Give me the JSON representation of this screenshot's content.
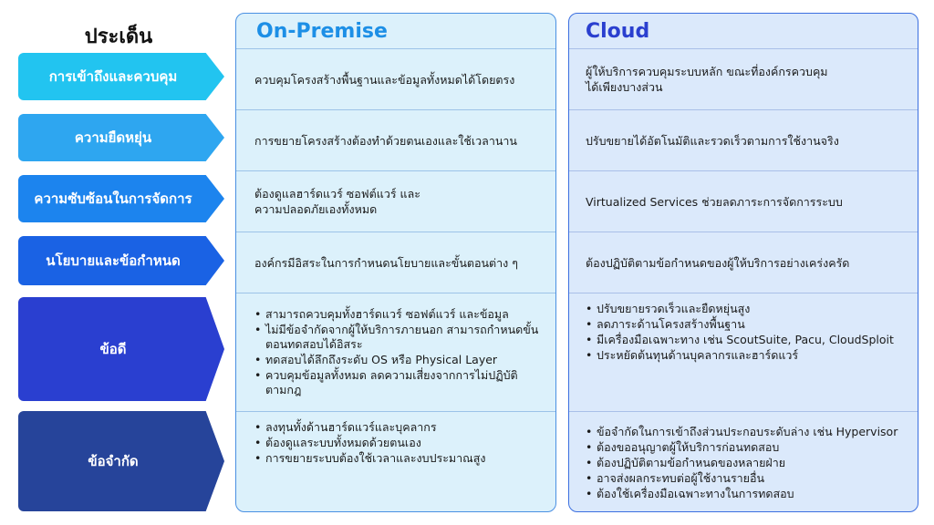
{
  "topic_title": "ประเด็น",
  "colors": {
    "arrow_1": "#22c4f0",
    "arrow_2": "#2ea6f0",
    "arrow_3": "#1c84ee",
    "arrow_4": "#1a62e4",
    "arrow_5": "#2a3fd0",
    "arrow_6": "#26449a"
  },
  "rows": [
    {
      "label": "การเข้าถึงและควบคุม"
    },
    {
      "label": "ความยืดหยุ่น"
    },
    {
      "label": "ความซับซ้อนในการจัดการ"
    },
    {
      "label": "นโยบายและข้อกำหนด"
    },
    {
      "label": "ข้อดี"
    },
    {
      "label": "ข้อจำกัด"
    }
  ],
  "onprem": {
    "header": "On-Premise",
    "access": "ควบคุมโครงสร้างพื้นฐานและข้อมูลทั้งหมดได้โดยตรง",
    "flexibility": "การขยายโครงสร้างต้องทำด้วยตนเองและใช้เวลานาน",
    "complexity_1": "ต้องดูแลฮาร์ดแวร์ ซอฟต์แวร์ และ",
    "complexity_2": "ความปลอดภัยเองทั้งหมด",
    "policy": "องค์กรมีอิสระในการกำหนดนโยบายและขั้นตอนต่าง ๆ",
    "pros": [
      "สามารถควบคุมทั้งฮาร์ดแวร์ ซอฟต์แวร์ และข้อมูล",
      "ไม่มีข้อจำกัดจากผู้ให้บริการภายนอก สามารถกำหนดขั้นตอนทดสอบได้อิสระ",
      "ทดสอบได้ลึกถึงระดับ OS หรือ Physical Layer",
      "ควบคุมข้อมูลทั้งหมด ลดความเสี่ยงจากการไม่ปฏิบัติตามกฎ"
    ],
    "cons": [
      "ลงทุนทั้งด้านฮาร์ดแวร์และบุคลากร",
      "ต้องดูแลระบบทั้งหมดด้วยตนเอง",
      "การขยายระบบต้องใช้เวลาและงบประมาณสูง"
    ]
  },
  "cloud": {
    "header": "Cloud",
    "access_1": "ผู้ให้บริการควบคุมระบบหลัก ขณะที่องค์กรควบคุม",
    "access_2": "ได้เพียงบางส่วน",
    "flexibility": "ปรับขยายได้อัตโนมัติและรวดเร็วตามการใช้งานจริง",
    "complexity": "Virtualized Services ช่วยลดภาระการจัดการระบบ",
    "policy": "ต้องปฏิบัติตามข้อกำหนดของผู้ให้บริการอย่างเคร่งครัด",
    "pros": [
      "ปรับขยายรวดเร็วและยืดหยุ่นสูง",
      "ลดภาระด้านโครงสร้างพื้นฐาน",
      "มีเครื่องมือเฉพาะทาง เช่น ScoutSuite, Pacu, CloudSploit",
      "ประหยัดต้นทุนด้านบุคลากรและฮาร์ดแวร์"
    ],
    "cons": [
      "ข้อจำกัดในการเข้าถึงส่วนประกอบระดับล่าง เช่น Hypervisor",
      "ต้องขออนุญาตผู้ให้บริการก่อนทดสอบ",
      "ต้องปฏิบัติตามข้อกำหนดของหลายฝ่าย",
      "อาจส่งผลกระทบต่อผู้ใช้งานรายอื่น",
      "ต้องใช้เครื่องมือเฉพาะทางในการทดสอบ"
    ]
  }
}
